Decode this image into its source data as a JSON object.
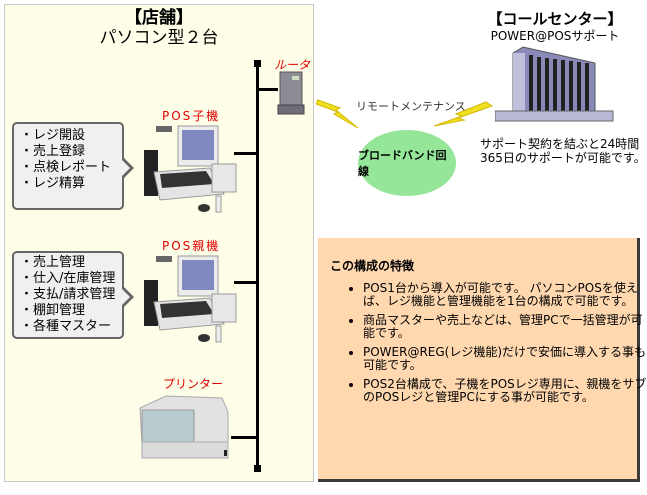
{
  "store": {
    "title": "【店舗】",
    "subtitle": "パソコン型２台",
    "router_label": "ルータ",
    "pos_child": {
      "label": "POS子機",
      "functions": [
        "レジ開設",
        "売上登録",
        "点検レポート",
        "レジ精算"
      ]
    },
    "pos_parent": {
      "label": "POS親機",
      "functions": [
        "売上管理",
        "仕入/在庫管理",
        "支払/請求管理",
        "棚卸管理",
        "各種マスター"
      ]
    },
    "printer_label": "プリンター"
  },
  "network": {
    "remote_label": "リモートメンテナンス",
    "broadband_label": "ブロードバンド回線"
  },
  "call_center": {
    "title": "【コールセンター】",
    "subtitle": "POWER@POSサポート",
    "description_line1": "サポート契約を結ぶと24時間",
    "description_line2": "365日のサポートが可能です。"
  },
  "features": {
    "title": "この構成の特徴",
    "items": [
      "POS1台から導入が可能です。 パソコンPOSを使えば、レジ機能と管理機能を1台の構成で可能です。",
      "商品マスターや売上などは、管理PCで一括管理が可能です。",
      "POWER@REG(レジ機能)だけで安価に導入する事も可能です。",
      "POS2台構成で、子機をPOSレジ専用に、親機をサブのPOSレジと管理PCにする事が可能です。"
    ]
  }
}
